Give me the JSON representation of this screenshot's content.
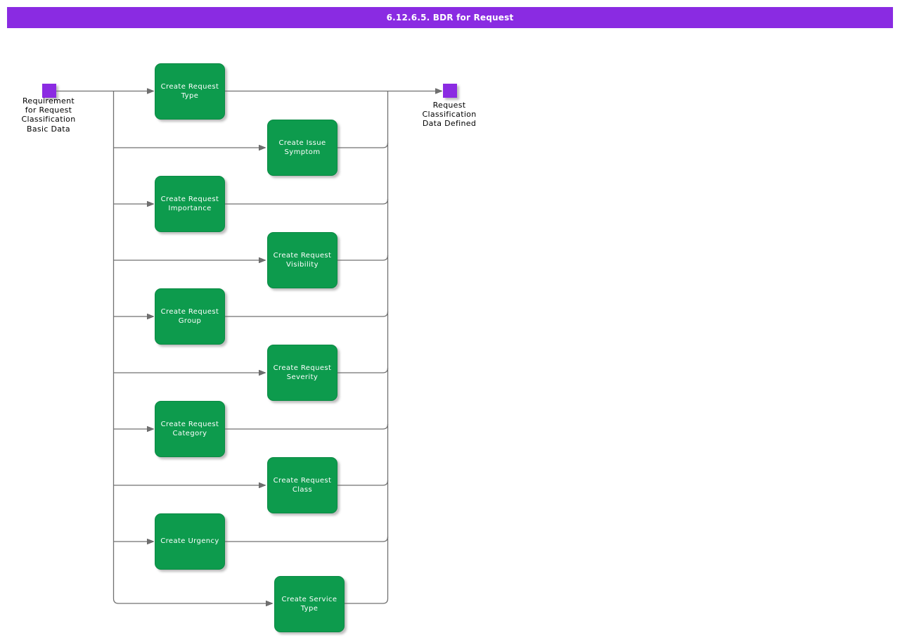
{
  "title": "6.12.6.5. BDR for Request",
  "colors": {
    "header_bg": "#8a2be2",
    "title_text": "#ffffff",
    "node_fill": "#8b2be2",
    "activity_fill": "#0d9b4d",
    "activity_border": "#0b8a44",
    "activity_text": "#ffffff",
    "connector": "#707070",
    "label_text": "#000000",
    "page_bg": "#ffffff"
  },
  "start_node": {
    "label": "Requirement for Request Classification Basic Data"
  },
  "end_node": {
    "label": "Request Classification Data Defined"
  },
  "activities": [
    {
      "label": "Create Request Type"
    },
    {
      "label": "Create Issue Symptom"
    },
    {
      "label": "Create Request Importance"
    },
    {
      "label": "Create Request Visibility"
    },
    {
      "label": "Create Request Group"
    },
    {
      "label": "Create Request Severity"
    },
    {
      "label": "Create Request Category"
    },
    {
      "label": "Create Request Class"
    },
    {
      "label": "Create Urgency"
    },
    {
      "label": "Create Service Type"
    }
  ]
}
